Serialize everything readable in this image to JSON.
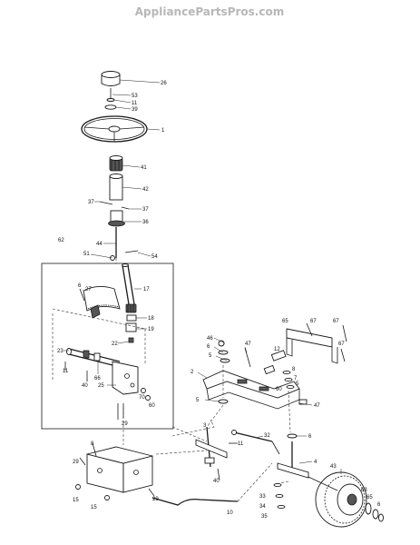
{
  "watermark": "AppliancePartsPros.com",
  "part_labels": [
    "26",
    "53",
    "11",
    "39",
    "1",
    "41",
    "42",
    "37",
    "37",
    "36",
    "44",
    "54",
    "51",
    "62",
    "17",
    "6",
    "27",
    "18",
    "19",
    "22",
    "23",
    "11",
    "40",
    "66",
    "25",
    "70",
    "60",
    "29",
    "46",
    "6",
    "5",
    "47",
    "65",
    "67",
    "67",
    "67",
    "12",
    "8",
    "7",
    "5",
    "60",
    "2",
    "47",
    "5",
    "3",
    "11",
    "32",
    "6",
    "40",
    "4",
    "43",
    "63",
    "65",
    "29",
    "15",
    "8",
    "15",
    "29",
    "33",
    "34",
    "35",
    "10",
    "6"
  ]
}
